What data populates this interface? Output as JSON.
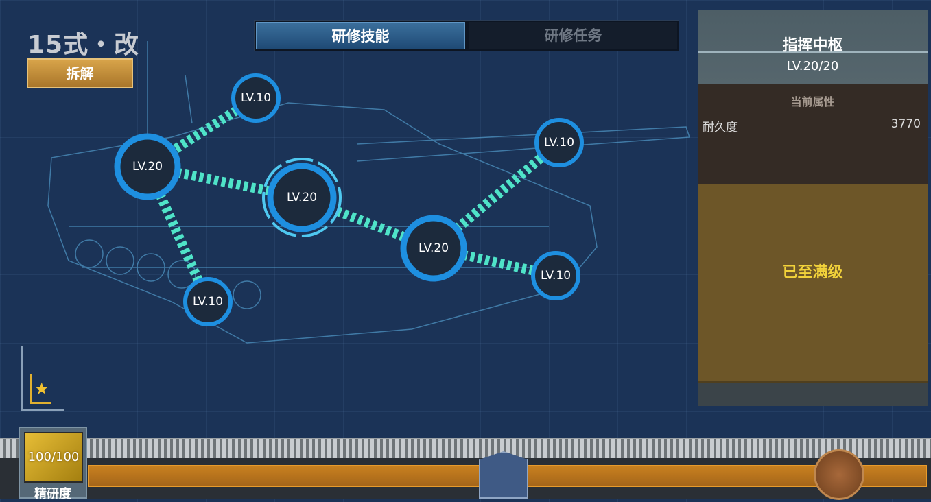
{
  "header": {
    "title": "15式・改",
    "dismantle_label": "拆解"
  },
  "tabs": [
    {
      "label": "研修技能",
      "active": true
    },
    {
      "label": "研修任务",
      "active": false
    }
  ],
  "skill_tree": {
    "nodes": [
      {
        "id": "n1",
        "level": "LV.10"
      },
      {
        "id": "n2",
        "level": "LV.20"
      },
      {
        "id": "n3",
        "level": "LV.20",
        "selected": true
      },
      {
        "id": "n4",
        "level": "LV.20"
      },
      {
        "id": "n5",
        "level": "LV.10"
      },
      {
        "id": "n6",
        "level": "LV.10"
      },
      {
        "id": "n7",
        "level": "LV.10"
      }
    ]
  },
  "detail": {
    "name": "指挥中枢",
    "level": "LV.20/20",
    "attr_title": "当前属性",
    "attr_name": "耐久度",
    "attr_value": "3770",
    "status": "已至满级"
  },
  "progress": {
    "label": "精研度",
    "value": "100/100",
    "fraction": 1.0
  },
  "colors": {
    "accent": "#e79b2c",
    "link": "#4fe3c8",
    "node_ring": "#1e8fe0"
  }
}
